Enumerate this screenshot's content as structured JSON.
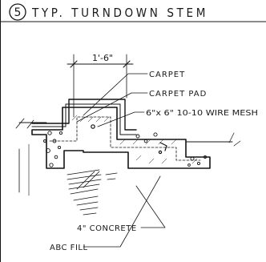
{
  "title": {
    "number": "5",
    "text": "TYP. TURNDOWN STEM"
  },
  "dimension": {
    "label": "1'-6\""
  },
  "callouts": [
    {
      "label": "CARPET"
    },
    {
      "label": "CARPET PAD"
    },
    {
      "label": "6\"x 6\" 10-10 WIRE MESH"
    },
    {
      "label": "4\" CONCRETE"
    },
    {
      "label": "ABC FILL"
    }
  ],
  "colors": {
    "ink": "#141414",
    "paper": "#ffffff"
  }
}
